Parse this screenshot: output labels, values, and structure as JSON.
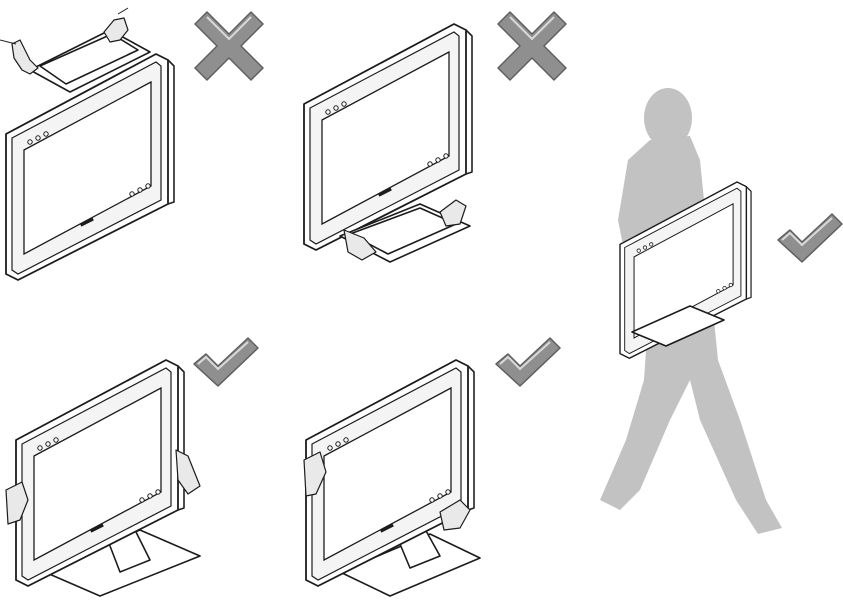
{
  "colors": {
    "cross_fill": "#8c8c8c",
    "check_fill": "#8c8c8c",
    "silhouette": "#c2c2c2",
    "line_art": "#1c1c1c",
    "background": "#ffffff"
  },
  "panels": [
    {
      "id": "hold-from-top-stand",
      "verdict": "incorrect",
      "icon": "cross-icon"
    },
    {
      "id": "hold-from-bottom-stand",
      "verdict": "incorrect",
      "icon": "cross-icon"
    },
    {
      "id": "hold-both-sides-1",
      "verdict": "correct",
      "icon": "checkmark-icon"
    },
    {
      "id": "hold-side-and-bottom",
      "verdict": "correct",
      "icon": "checkmark-icon"
    },
    {
      "id": "carry-walking",
      "verdict": "correct",
      "icon": "checkmark-icon"
    }
  ]
}
